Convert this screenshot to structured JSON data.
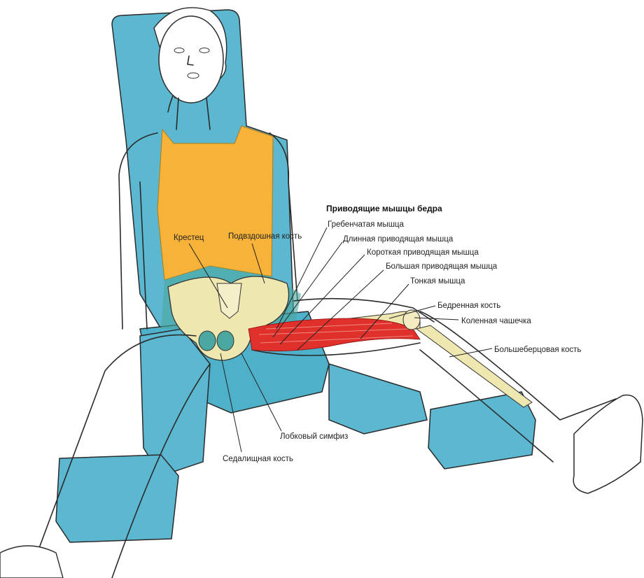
{
  "title": "Приводящие мышцы бедра",
  "labels": {
    "pectineus": "Гребенчатая мышца",
    "adductor_longus": "Длинная приводящая мышца",
    "adductor_brevis": "Короткая приводящая мышца",
    "adductor_magnus": "Большая приводящая мышца",
    "gracilis": "Тонкая мышца",
    "femur": "Бедренная кость",
    "patella": "Коленная чашечка",
    "tibia": "Большеберцовая кость",
    "sacrum": "Крестец",
    "ilium": "Подвздошная кость",
    "pubic_symphysis": "Лобковый симфиз",
    "ischium": "Седалищная кость"
  },
  "colors": {
    "chair": "#5cb8d0",
    "chair_dark": "#3c9cb8",
    "shirt": "#f7b23a",
    "bone": "#efe7b0",
    "muscle": "#e0302c"
  }
}
